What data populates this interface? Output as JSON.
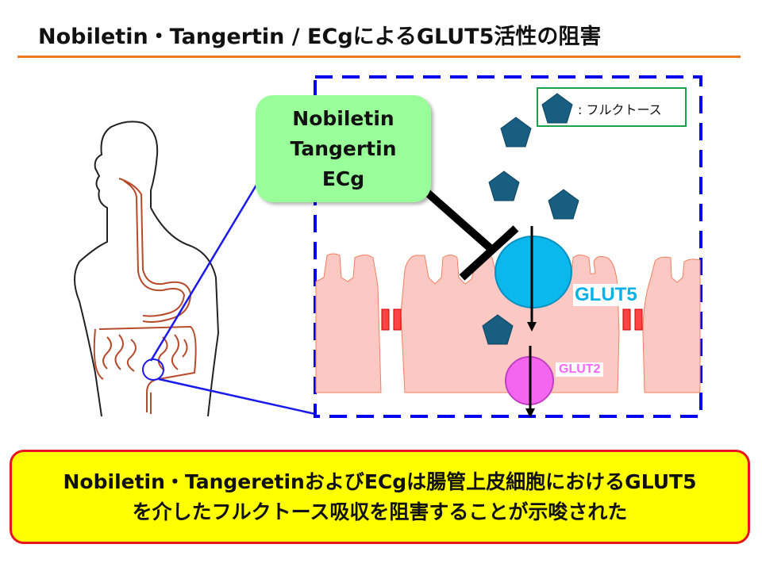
{
  "title": "Nobiletin・Tangertin / ECgによるGLUT5活性の阻害",
  "drug_box": {
    "line1": "Nobiletin",
    "line2": "Tangertin",
    "line3": "ECg"
  },
  "legend": {
    "label": ": フルクトース"
  },
  "labels": {
    "glut5": "GLUT5",
    "glut2": "GLUT2"
  },
  "summary": {
    "line1": "Nobiletin・TangeretinおよびECgは腸管上皮細胞におけるGLUT5",
    "line2": "を介したフルクトース吸収を阻害することが示唆された"
  },
  "colors": {
    "accent_rule": "#f07820",
    "fructose": "#175e80",
    "glut5": "#0ab0e8",
    "glut2": "#ff66ff",
    "cell": "#fcc8c4",
    "drug_box": "#99ff99",
    "summary_bg": "#ffff00",
    "summary_border": "#e8141e",
    "zoom_frame": "#0000ee"
  }
}
